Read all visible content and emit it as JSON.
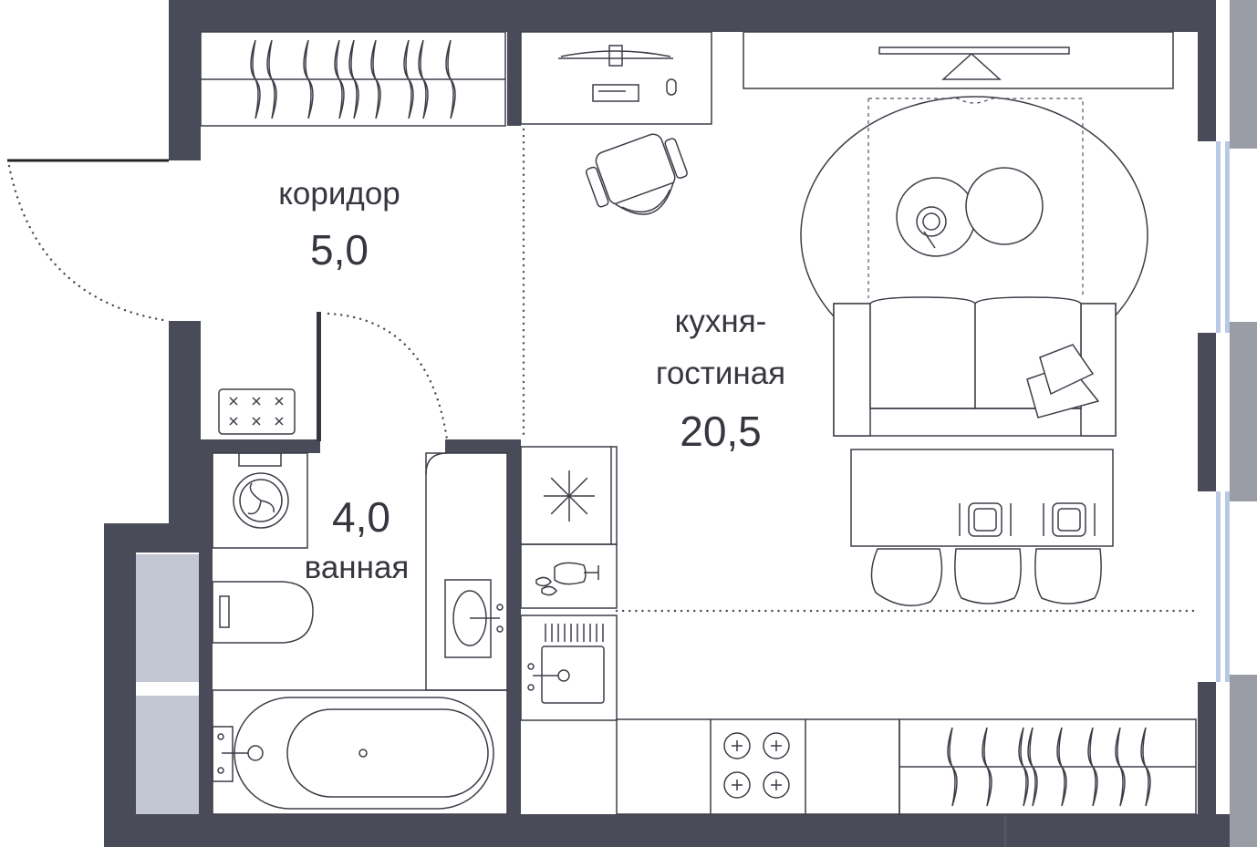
{
  "colors": {
    "wall": "#4a4b58",
    "furniture_stroke": "#3d3d48",
    "window_glass": "#b9c8e6",
    "niche": "#c3c6d3",
    "background": "#ffffff"
  },
  "rooms": [
    {
      "name": "коридор",
      "area": "5,0"
    },
    {
      "name": "кухня-\nгостиная",
      "name_line1": "кухня-",
      "name_line2": "гостиная",
      "area": "20,5"
    },
    {
      "name": "ванная",
      "area": "4,0"
    }
  ]
}
